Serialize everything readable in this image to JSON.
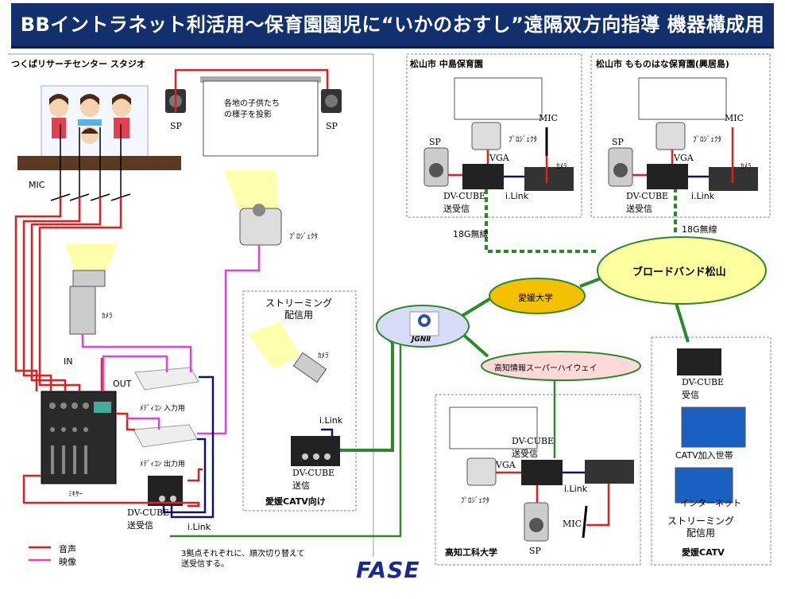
{
  "title": "BBイントラネット利活用～保育園園児に“いかのおすし”遠隔双方向指導 機器構成用",
  "studio": {
    "title": "つくばリサーチセンター スタジオ",
    "sp_left": "SP",
    "sp_right": "SP",
    "mic": "MIC",
    "screen_text": "各地の子供たち\nの様子を投影",
    "projector": "ﾌﾟﾛｼﾞｪｸﾀ",
    "camera": "ｶﾒﾗ",
    "in": "IN",
    "out": "OUT",
    "mixer": "ﾐｷｻｰ",
    "media_in": "ﾒﾃﾞｨｺﾝ 入力用",
    "media_out": "ﾒﾃﾞｨｺﾝ 出力用",
    "dvcube": "DV-CUBE",
    "dvcube_sub": "送受信",
    "ilink": "i.Link"
  },
  "legend": {
    "audio": "音声",
    "video": "映像",
    "audio_color": "#e02020",
    "video_color": "#e040e0"
  },
  "note": "3拠点それぞれに、順次切り替えて\n送受信する。",
  "streaming_box": {
    "title": "ストリーミング\n配信用",
    "camera": "ｶﾒﾗ",
    "ilink": "i.Link",
    "dvcube": "DV-CUBE",
    "dvcube_sub": "送信",
    "footer": "愛媛CATV向け"
  },
  "site1": {
    "title": "松山市 中島保育園",
    "mic": "MIC",
    "sp": "SP",
    "vga": "VGA",
    "projector": "ﾌﾟﾛｼﾞｪｸﾀ",
    "camera": "ｶﾒﾗ",
    "dvcube": "DV-CUBE",
    "dvcube_sub": "送受信",
    "ilink": "i.Link",
    "link": "18G無線"
  },
  "site2": {
    "title": "松山市 もものはな保育園(興居島)",
    "mic": "MIC",
    "sp": "SP",
    "vga": "VGA",
    "projector": "ﾌﾟﾛｼﾞｪｸﾀ",
    "camera": "ｶﾒﾗ",
    "dvcube": "DV-CUBE",
    "dvcube_sub": "送受信",
    "ilink": "i.Link",
    "link": "18G無線"
  },
  "network": {
    "broadband": "ブロードバンド松山",
    "ehime_univ": "愛媛大学",
    "jgn": "JGNⅡ",
    "kochi_highway": "高知情報スーパーハイウェイ"
  },
  "kochi": {
    "title": "高知工科大学",
    "dvcube": "DV-CUBE",
    "dvcube_sub": "送受信",
    "vga": "VGA",
    "projector": "ﾌﾟﾛｼﾞｪｸﾀ",
    "ilink": "i.Link",
    "mic": "MIC",
    "sp": "SP"
  },
  "catv": {
    "dvcube": "DV-CUBE",
    "dvcube_sub": "受信",
    "subscriber": "CATV加入世帯",
    "internet": "インターネット",
    "title": "ストリーミング\n配信用",
    "footer": "愛媛CATV"
  },
  "logo": "FASE"
}
